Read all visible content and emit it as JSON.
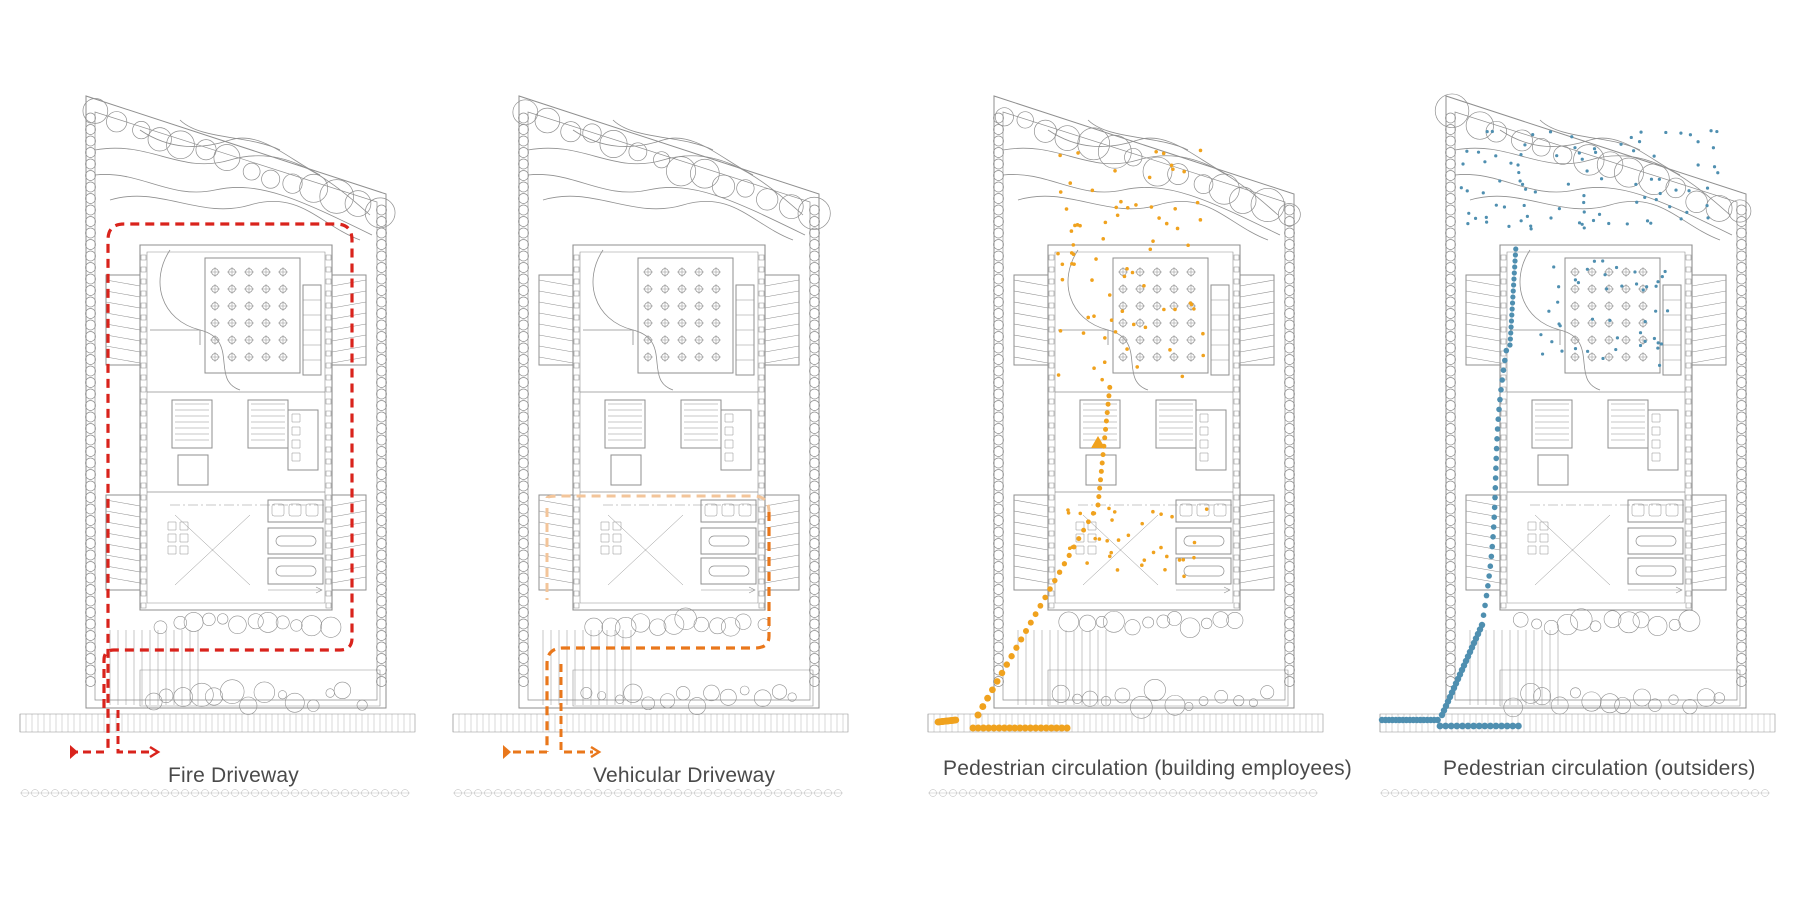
{
  "panels": [
    {
      "id": "fire",
      "caption": "Fire Driveway",
      "route_color": "#d9231c"
    },
    {
      "id": "vehicular",
      "caption": "Vehicular Driveway",
      "route_color": "#e9771b",
      "route_color_light": "#f3c59a"
    },
    {
      "id": "employees",
      "caption": "Pedestrian circulation (building employees)",
      "route_color": "#f0a21e"
    },
    {
      "id": "outsiders",
      "caption": "Pedestrian circulation (outsiders)",
      "route_color": "#4f8fb0"
    }
  ],
  "line_color": "#8f8f8f",
  "icons": [
    "tree-canopy-icon",
    "table-seat-icon",
    "staircase-icon",
    "arrow-icon"
  ]
}
